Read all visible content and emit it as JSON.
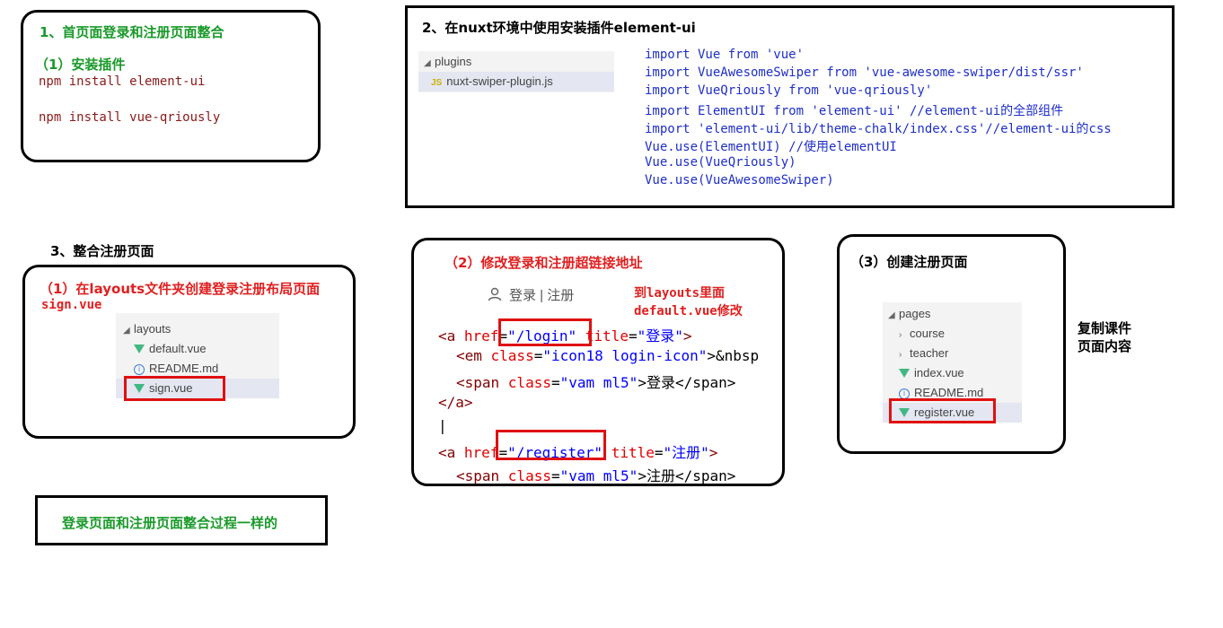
{
  "box1": {
    "title": "1、首页面登录和注册页面整合",
    "step": "（1）安装插件",
    "cmd1": "npm install element-ui",
    "cmd2": "npm install vue-qriously"
  },
  "box2": {
    "title": "2、在nuxt环境中使用安装插件element-ui",
    "explorer": {
      "folder": "plugins",
      "file": "nuxt-swiper-plugin.js",
      "file_icon": "JS"
    },
    "code": [
      "import Vue from 'vue'",
      "import VueAwesomeSwiper from 'vue-awesome-swiper/dist/ssr'",
      "import VueQriously from 'vue-qriously'",
      "import ElementUI from 'element-ui' //element-ui的全部组件",
      "import 'element-ui/lib/theme-chalk/index.css'//element-ui的css",
      "Vue.use(ElementUI) //使用elementUI",
      "Vue.use(VueQriously)",
      "Vue.use(VueAwesomeSwiper)"
    ]
  },
  "section3": {
    "title": "3、整合注册页面"
  },
  "box3": {
    "line1": "（1）在layouts文件夹创建登录注册布局页面",
    "line2": "sign.vue",
    "explorer": {
      "folder": "layouts",
      "items": [
        "default.vue",
        "README.md",
        "sign.vue"
      ]
    }
  },
  "box4": {
    "title": "（2）修改登录和注册超链接地址",
    "header_text": "登录 | 注册",
    "note1": "到layouts里面",
    "note2": "default.vue修改",
    "code": {
      "l1_tag": "<a ",
      "l1_attr": "href",
      "l1_val": "\"/login\"",
      "l1_attr2": "title",
      "l1_val2": "\"登录\"",
      "l1_end": ">",
      "l2_tag": "<em ",
      "l2_attr": "class",
      "l2_val": "\"icon18 login-icon\"",
      "l2_txt": ">&nbsp",
      "l3_tag": "<span ",
      "l3_attr": "class",
      "l3_val": "\"vam ml5\"",
      "l3_txt": ">登录</span>",
      "l4": "</a>",
      "l5": "|",
      "l6_tag": "<a ",
      "l6_attr": "href",
      "l6_val": "\"/register\"",
      "l6_attr2": "title",
      "l6_val2": "\"注册\"",
      "l6_end": ">",
      "l7_tag": "<span ",
      "l7_attr": "class",
      "l7_val": "\"vam ml5\"",
      "l7_txt": ">注册</span>"
    }
  },
  "box5": {
    "title": "（3）创建注册页面",
    "explorer": {
      "folder": "pages",
      "items": [
        "course",
        "teacher",
        "index.vue",
        "README.md",
        "register.vue"
      ]
    }
  },
  "side_note": {
    "line1": "复制课件",
    "line2": "页面内容"
  },
  "bottom_box": {
    "text": "登录页面和注册页面整合过程一样的"
  },
  "colors": {
    "green": "#1a9a2a",
    "red": "#e02020",
    "blue": "#1f2fc8",
    "darkred": "#8b1a1a",
    "highlight": "#e01010"
  }
}
